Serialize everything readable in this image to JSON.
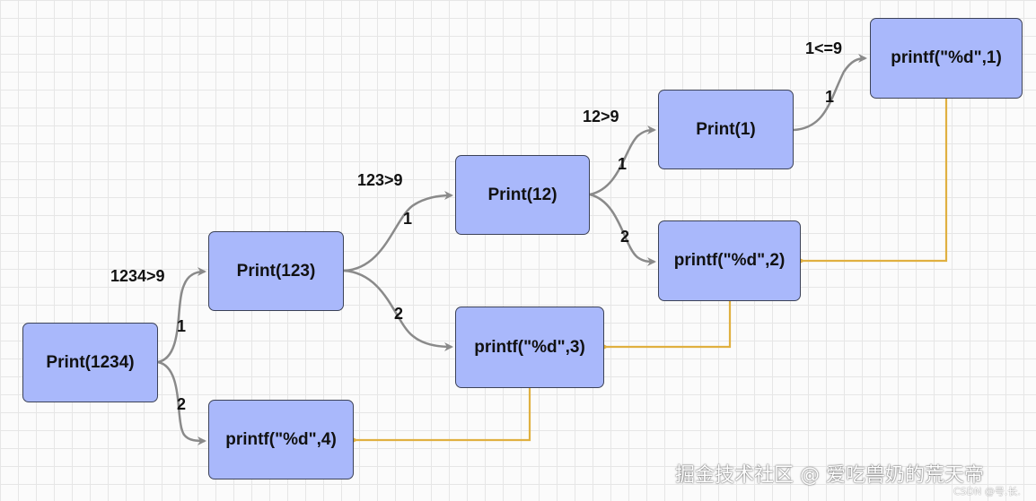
{
  "colors": {
    "node_fill": "#a9b8fb",
    "node_border": "#3c4257",
    "call_arrow": "#8a8a8a",
    "return_arrow": "#e0b040"
  },
  "nodes": {
    "print1234": "Print(1234)",
    "print123": "Print(123)",
    "print12": "Print(12)",
    "print1": "Print(1)",
    "printf1": "printf(\"%d\",1)",
    "printf2": "printf(\"%d\",2)",
    "printf3": "printf(\"%d\",3)",
    "printf4": "printf(\"%d\",4)"
  },
  "conditions": {
    "c1234": "1234>9",
    "c123": "123>9",
    "c12": "12>9",
    "c1": "1<=9"
  },
  "edge_labels": {
    "print1234_1": "1",
    "print1234_2": "2",
    "print123_1": "1",
    "print123_2": "2",
    "print12_1": "1",
    "print12_2": "2",
    "print1_1": "1"
  },
  "watermark": {
    "main": "掘金技术社区 @ 爱吃兽奶的荒天帝",
    "csdn": "CSDN @号.长."
  }
}
